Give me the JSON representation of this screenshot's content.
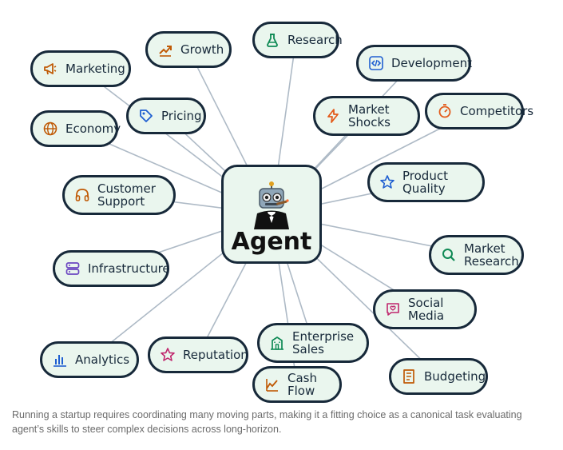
{
  "center": {
    "label": "Agent"
  },
  "nodes": [
    {
      "id": "growth",
      "label": "Growth",
      "icon": "trending-up-icon",
      "color": "#c05a06"
    },
    {
      "id": "research",
      "label": "Research",
      "icon": "flask-icon",
      "color": "#0f8a55"
    },
    {
      "id": "marketing",
      "label": "Marketing",
      "icon": "megaphone-icon",
      "color": "#c05a06"
    },
    {
      "id": "development",
      "label": "Development",
      "icon": "code-icon",
      "color": "#1f5fd1"
    },
    {
      "id": "pricing",
      "label": "Pricing",
      "icon": "tag-icon",
      "color": "#1f5fd1"
    },
    {
      "id": "market-shocks",
      "label": "Market\nShocks",
      "icon": "lightning-icon",
      "color": "#e35a1a"
    },
    {
      "id": "competitors",
      "label": "Competitors",
      "icon": "stopwatch-icon",
      "color": "#e35a1a"
    },
    {
      "id": "economy",
      "label": "Economy",
      "icon": "globe-icon",
      "color": "#c05a06"
    },
    {
      "id": "product-quality",
      "label": "Product\nQuality",
      "icon": "star-icon",
      "color": "#1f5fd1"
    },
    {
      "id": "customer-support",
      "label": "Customer\nSupport",
      "icon": "headphones-icon",
      "color": "#c05a06"
    },
    {
      "id": "market-research",
      "label": "Market\nResearch",
      "icon": "search-icon",
      "color": "#0f8a55"
    },
    {
      "id": "infrastructure",
      "label": "Infrastructure",
      "icon": "server-icon",
      "color": "#6b46c1"
    },
    {
      "id": "social-media",
      "label": "Social\nMedia",
      "icon": "chat-heart-icon",
      "color": "#c0266d"
    },
    {
      "id": "enterprise-sales",
      "label": "Enterprise\nSales",
      "icon": "building-icon",
      "color": "#0f8a55"
    },
    {
      "id": "analytics",
      "label": "Analytics",
      "icon": "bar-chart-icon",
      "color": "#1f5fd1"
    },
    {
      "id": "reputation",
      "label": "Reputation",
      "icon": "star-outline-icon",
      "color": "#c0266d"
    },
    {
      "id": "budgeting",
      "label": "Budgeting",
      "icon": "receipt-icon",
      "color": "#c05a06"
    },
    {
      "id": "cash-flow",
      "label": "Cash\nFlow",
      "icon": "chart-line-icon",
      "color": "#c05a06"
    }
  ],
  "caption": "Running a startup requires coordinating many moving parts, making it a fitting choice as a canonical task evaluating agent’s skills to steer complex decisions across long-horizon."
}
